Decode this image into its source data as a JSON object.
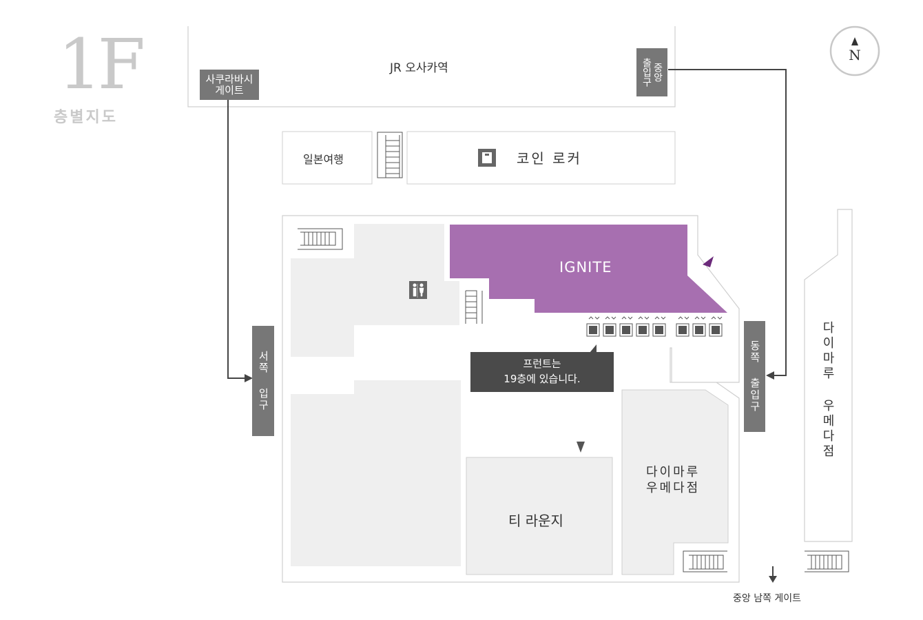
{
  "floor": {
    "number": "1F",
    "subtitle": "층별지도"
  },
  "compass": {
    "letter": "N"
  },
  "station": {
    "name": "JR 오사카역"
  },
  "gates": {
    "sakurabashi": "사쿠라바시\n게이트",
    "central": "중앙\n출입구",
    "west_entrance": "서쪽 입구",
    "east_entrance": "동쪽 출입구",
    "south_central": "중앙 남쪽 게이트"
  },
  "places": {
    "travel_agency": "일본여행",
    "coin_locker": "코인 로커",
    "ignite": "IGNITE",
    "front_desk_note": "프런트는\n19층에 있습니다.",
    "tea_lounge": "티 라운지",
    "daimaru_inner": "다이마루\n우메다점",
    "daimaru_outer": "다이마루 우메다점"
  },
  "colors": {
    "ignite": "#a76fb0",
    "shop_fill": "#efefef",
    "path": "#444444",
    "outline": "#cccccc"
  },
  "icons": {
    "restroom": "restroom-icon",
    "locker": "locker-icon",
    "elevator": "elevator-icon"
  }
}
